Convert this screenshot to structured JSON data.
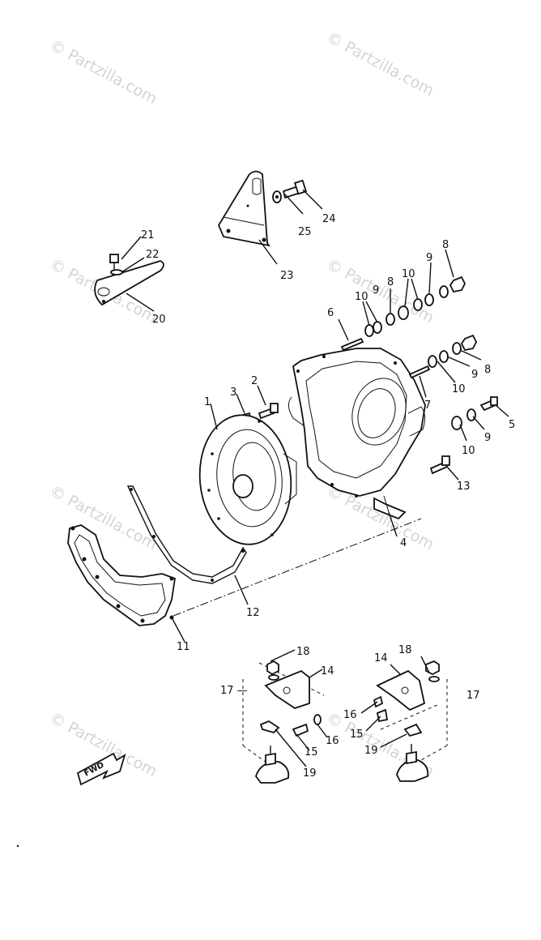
{
  "watermark": {
    "text": "© Partzilla.com",
    "instances": [
      "wm-1",
      "wm-2",
      "wm-3",
      "wm-4",
      "wm-5",
      "wm-6",
      "wm-7",
      "wm-8"
    ]
  },
  "arrow": {
    "text": "FWD"
  },
  "callouts": [
    {
      "id": "c1",
      "text": "1"
    },
    {
      "id": "c2",
      "text": "2"
    },
    {
      "id": "c3",
      "text": "3"
    },
    {
      "id": "c4",
      "text": "4"
    },
    {
      "id": "c5",
      "text": "5"
    },
    {
      "id": "c6",
      "text": "6"
    },
    {
      "id": "c7",
      "text": "7"
    },
    {
      "id": "c8a",
      "text": "8"
    },
    {
      "id": "c8b",
      "text": "8"
    },
    {
      "id": "c8c",
      "text": "8"
    },
    {
      "id": "c9a",
      "text": "9"
    },
    {
      "id": "c9b",
      "text": "9"
    },
    {
      "id": "c9c",
      "text": "9"
    },
    {
      "id": "c9d",
      "text": "9"
    },
    {
      "id": "c10a",
      "text": "10"
    },
    {
      "id": "c10b",
      "text": "10"
    },
    {
      "id": "c10c",
      "text": "10"
    },
    {
      "id": "c10d",
      "text": "10"
    },
    {
      "id": "c11",
      "text": "11"
    },
    {
      "id": "c12",
      "text": "12"
    },
    {
      "id": "c13",
      "text": "13"
    },
    {
      "id": "c14a",
      "text": "14"
    },
    {
      "id": "c14b",
      "text": "14"
    },
    {
      "id": "c15a",
      "text": "15"
    },
    {
      "id": "c15b",
      "text": "15"
    },
    {
      "id": "c16a",
      "text": "16"
    },
    {
      "id": "c16b",
      "text": "16"
    },
    {
      "id": "c17a",
      "text": "17 —"
    },
    {
      "id": "c17b",
      "text": "17"
    },
    {
      "id": "c18a",
      "text": "18"
    },
    {
      "id": "c18b",
      "text": "18"
    },
    {
      "id": "c19a",
      "text": "19"
    },
    {
      "id": "c19b",
      "text": "19"
    },
    {
      "id": "c20",
      "text": "20"
    },
    {
      "id": "c21",
      "text": "21"
    },
    {
      "id": "c22",
      "text": "22"
    },
    {
      "id": "c23",
      "text": "23"
    },
    {
      "id": "c24",
      "text": "24"
    },
    {
      "id": "c25",
      "text": "25"
    }
  ]
}
